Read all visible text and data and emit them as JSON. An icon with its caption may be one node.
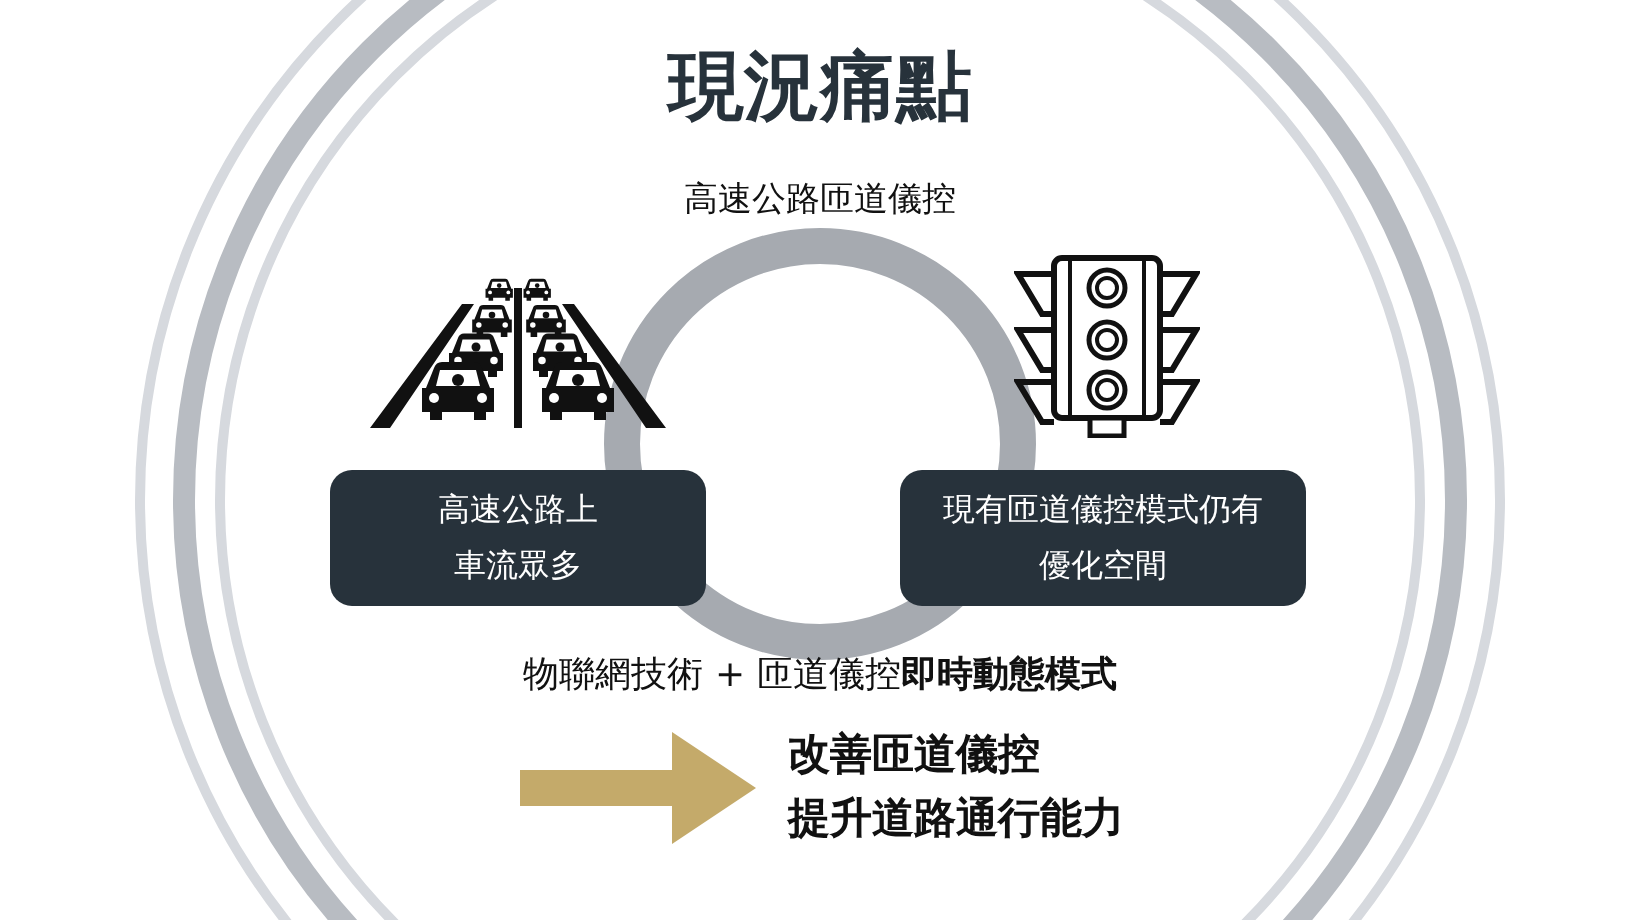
{
  "diagram": {
    "title": "現況痛點",
    "nodes": [
      {
        "text": [
          "高速公路上車流眾多"
        ]
      },
      {
        "text": [
          "現有匝道儀控模式仍有優化空間"
        ]
      },
      {
        "text": [
          "改善匝道儀控",
          "提升道路通行能力"
        ]
      }
    ],
    "edges": [
      {
        "from": null,
        "to": 2,
        "arrow": "to",
        "style": "thick",
        "color": "#c4aa6a"
      }
    ],
    "labels": [
      "高速公路匝道儀控",
      "物聯網技術 + 匝道儀控**即時動態模式**"
    ]
  }
}
